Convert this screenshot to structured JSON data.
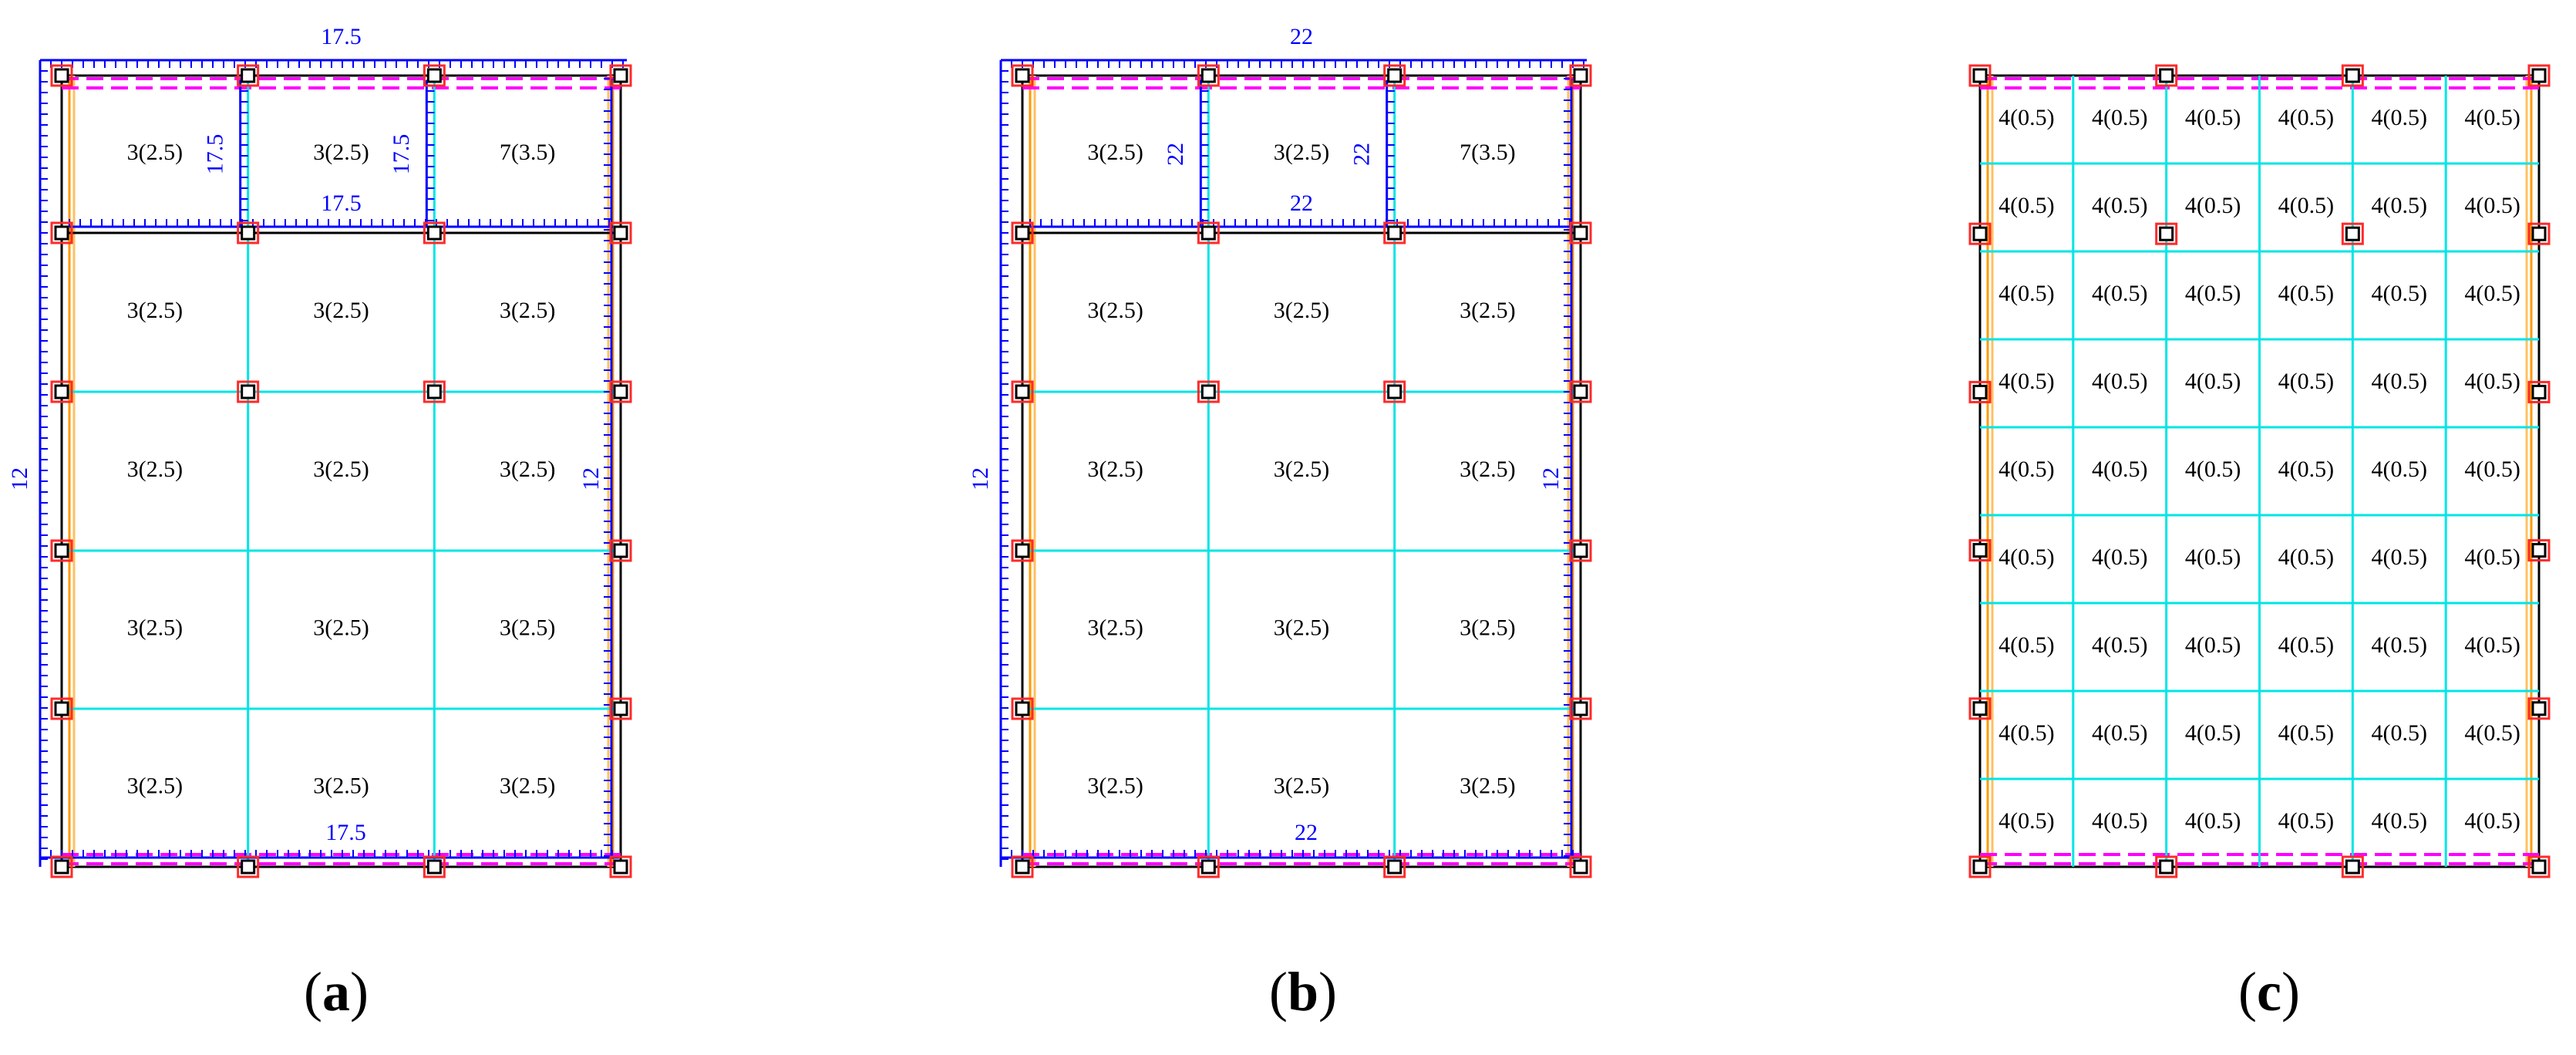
{
  "panels": [
    {
      "id": "a",
      "caption_open": "(",
      "caption_letter": "a",
      "caption_close": ")",
      "cols": 3,
      "rows": 5,
      "top_dim": "17.5",
      "mid_dim": "17.5",
      "inner_dims": [
        "17.5",
        "17.5"
      ],
      "bottom_dim": "17.5",
      "left_dim": "12",
      "right_dim": "12",
      "cells": [
        [
          "3(2.5)",
          "3(2.5)",
          "7(3.5)"
        ],
        [
          "3(2.5)",
          "3(2.5)",
          "3(2.5)"
        ],
        [
          "3(2.5)",
          "3(2.5)",
          "3(2.5)"
        ],
        [
          "3(2.5)",
          "3(2.5)",
          "3(2.5)"
        ],
        [
          "3(2.5)",
          "3(2.5)",
          "3(2.5)"
        ]
      ]
    },
    {
      "id": "b",
      "caption_open": "(",
      "caption_letter": "b",
      "caption_close": ")",
      "cols": 3,
      "rows": 5,
      "top_dim": "22",
      "mid_dim": "22",
      "inner_dims": [
        "22",
        "22"
      ],
      "bottom_dim": "22",
      "left_dim": "12",
      "right_dim": "12",
      "cells": [
        [
          "3(2.5)",
          "3(2.5)",
          "7(3.5)"
        ],
        [
          "3(2.5)",
          "3(2.5)",
          "3(2.5)"
        ],
        [
          "3(2.5)",
          "3(2.5)",
          "3(2.5)"
        ],
        [
          "3(2.5)",
          "3(2.5)",
          "3(2.5)"
        ],
        [
          "3(2.5)",
          "3(2.5)",
          "3(2.5)"
        ]
      ]
    },
    {
      "id": "c",
      "caption_open": "(",
      "caption_letter": "c",
      "caption_close": ")",
      "cols": 6,
      "rows": 9,
      "top_dim": "",
      "mid_dim": "",
      "inner_dims": [],
      "bottom_dim": "",
      "left_dim": "",
      "right_dim": "",
      "cells": [
        [
          "4(0.5)",
          "4(0.5)",
          "4(0.5)",
          "4(0.5)",
          "4(0.5)",
          "4(0.5)"
        ],
        [
          "4(0.5)",
          "4(0.5)",
          "4(0.5)",
          "4(0.5)",
          "4(0.5)",
          "4(0.5)"
        ],
        [
          "4(0.5)",
          "4(0.5)",
          "4(0.5)",
          "4(0.5)",
          "4(0.5)",
          "4(0.5)"
        ],
        [
          "4(0.5)",
          "4(0.5)",
          "4(0.5)",
          "4(0.5)",
          "4(0.5)",
          "4(0.5)"
        ],
        [
          "4(0.5)",
          "4(0.5)",
          "4(0.5)",
          "4(0.5)",
          "4(0.5)",
          "4(0.5)"
        ],
        [
          "4(0.5)",
          "4(0.5)",
          "4(0.5)",
          "4(0.5)",
          "4(0.5)",
          "4(0.5)"
        ],
        [
          "4(0.5)",
          "4(0.5)",
          "4(0.5)",
          "4(0.5)",
          "4(0.5)",
          "4(0.5)"
        ],
        [
          "4(0.5)",
          "4(0.5)",
          "4(0.5)",
          "4(0.5)",
          "4(0.5)",
          "4(0.5)"
        ],
        [
          "4(0.5)",
          "4(0.5)",
          "4(0.5)",
          "4(0.5)",
          "4(0.5)",
          "4(0.5)"
        ]
      ]
    }
  ],
  "colors": {
    "slab_outline": "#000000",
    "grid_line": "#00e5e5",
    "beam_edge": "#ff00ff",
    "dimension": "#0000ff",
    "column_outer": "#ff2a2a",
    "column_inner": "#000000",
    "edge_orange": "#ff9900",
    "label": "#000000"
  }
}
